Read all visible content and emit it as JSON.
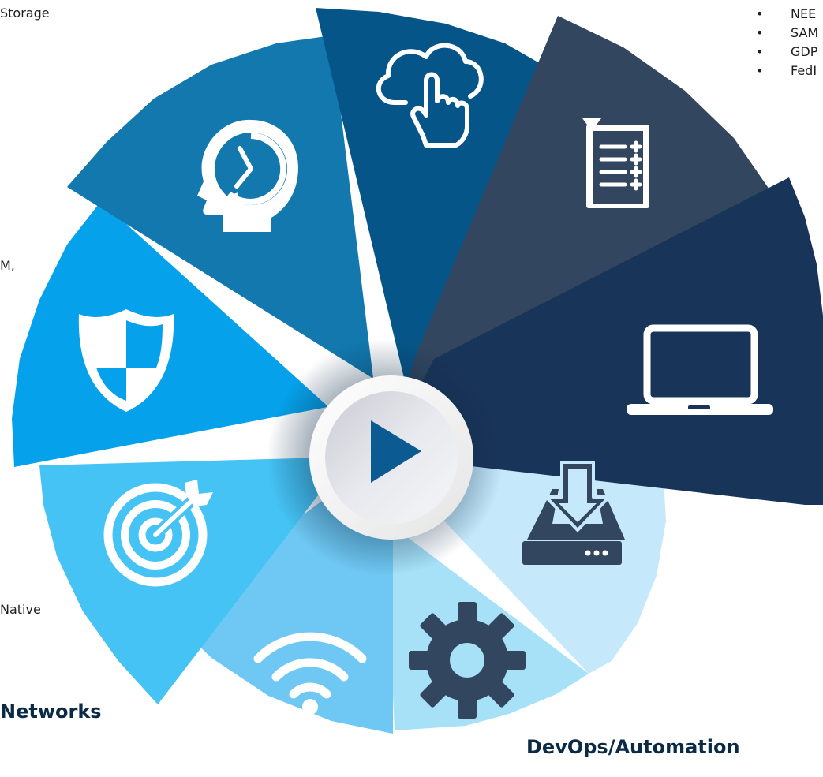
{
  "left_text": {
    "storage_fragment": "Storage",
    "iam_fragment": "M,",
    "native_fragment": "Native"
  },
  "right_bullets": [
    "NEE",
    "SAM",
    "GDP",
    "FedI"
  ],
  "headings": {
    "networks": "Networks",
    "devops": "DevOps/Automation"
  },
  "segments": [
    {
      "id": "cloud-touch",
      "icon": "cloud-touch-icon",
      "color": "#065589"
    },
    {
      "id": "checklist",
      "icon": "checklist-icon",
      "color": "#33465f"
    },
    {
      "id": "laptop",
      "icon": "laptop-icon",
      "color": "#193459"
    },
    {
      "id": "download-drive",
      "icon": "download-drive-icon",
      "color": "#c5e9fb"
    },
    {
      "id": "gear",
      "icon": "gear-icon",
      "color": "#a6e1f7"
    },
    {
      "id": "wifi",
      "icon": "wifi-icon",
      "color": "#6fc8f3"
    },
    {
      "id": "target",
      "icon": "target-icon",
      "color": "#45c3f5"
    },
    {
      "id": "shield",
      "icon": "shield-icon",
      "color": "#05a2eb"
    },
    {
      "id": "head-clock",
      "icon": "head-clock-icon",
      "color": "#1278ae"
    }
  ],
  "center_button": {
    "icon": "play-icon",
    "arrow_color": "#0c5a92"
  }
}
